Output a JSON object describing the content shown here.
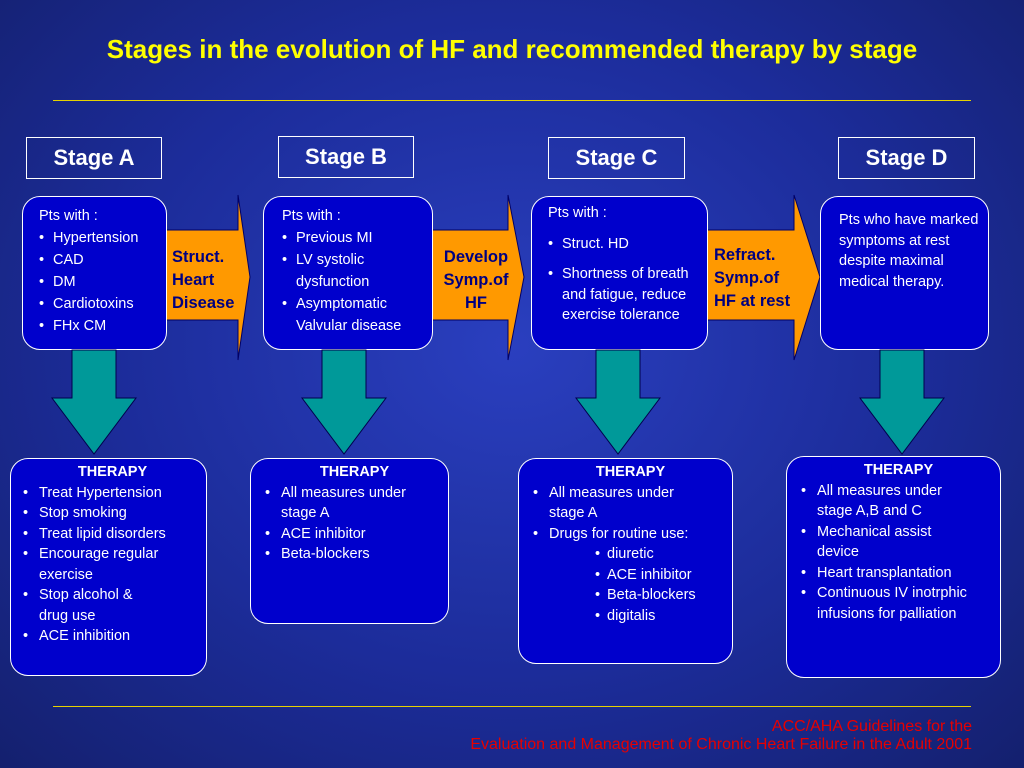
{
  "title": "Stages in the evolution of HF and recommended therapy by stage",
  "stages": [
    {
      "label": "Stage A",
      "description": {
        "heading": "Pts with :",
        "items": [
          "Hypertension",
          "CAD",
          "DM",
          "Cardiotoxins",
          "FHx CM"
        ]
      },
      "therapy": {
        "title": "THERAPY",
        "items": [
          "Treat Hypertension",
          "Stop smoking",
          "Treat lipid disorders",
          "Encourage regular exercise",
          "Stop  alcohol & drug use",
          "ACE inhibition"
        ]
      }
    },
    {
      "label": "Stage B",
      "description": {
        "heading": "Pts with :",
        "items": [
          "Previous MI",
          "LV systolic dysfunction",
          "Asymptomatic Valvular disease"
        ]
      },
      "therapy": {
        "title": "THERAPY",
        "items": [
          "All measures under stage A",
          "ACE inhibitor",
          "Beta-blockers"
        ]
      }
    },
    {
      "label": "Stage C",
      "description": {
        "heading": "Pts with :",
        "items": [
          "Struct. HD",
          "Shortness of breath and fatigue, reduce exercise tolerance"
        ]
      },
      "therapy": {
        "title": "THERAPY",
        "items": [
          "All measures under stage A",
          "Drugs for routine use:"
        ],
        "subitems": [
          "diuretic",
          "ACE inhibitor",
          "Beta-blockers",
          "digitalis"
        ]
      }
    },
    {
      "label": "Stage D",
      "description": {
        "text": "Pts  who have marked symptoms at rest despite maximal medical therapy."
      },
      "therapy": {
        "title": "THERAPY",
        "items": [
          "All measures under stage A,B and C",
          "Mechanical assist device",
          "Heart transplantation",
          "Continuous IV inotrphic infusions for palliation"
        ]
      }
    }
  ],
  "transitions": [
    {
      "line1": "Struct.",
      "line2": "Heart",
      "line3": "Disease"
    },
    {
      "line1": "Develop",
      "line2": "Symp.of",
      "line3": "HF"
    },
    {
      "line1": "Refract.",
      "line2": "Symp.of",
      "line3": "HF at rest"
    }
  ],
  "footer": {
    "line1": "ACC/AHA Guidelines for the",
    "line2": "Evaluation and Management of Chronic Heart Failure in the Adult 2001"
  },
  "colors": {
    "title": "#ffff00",
    "orange_arrow": "#ff9900",
    "teal_arrow": "#009999",
    "box_fill": "#0000cc",
    "footer": "#e60000"
  }
}
